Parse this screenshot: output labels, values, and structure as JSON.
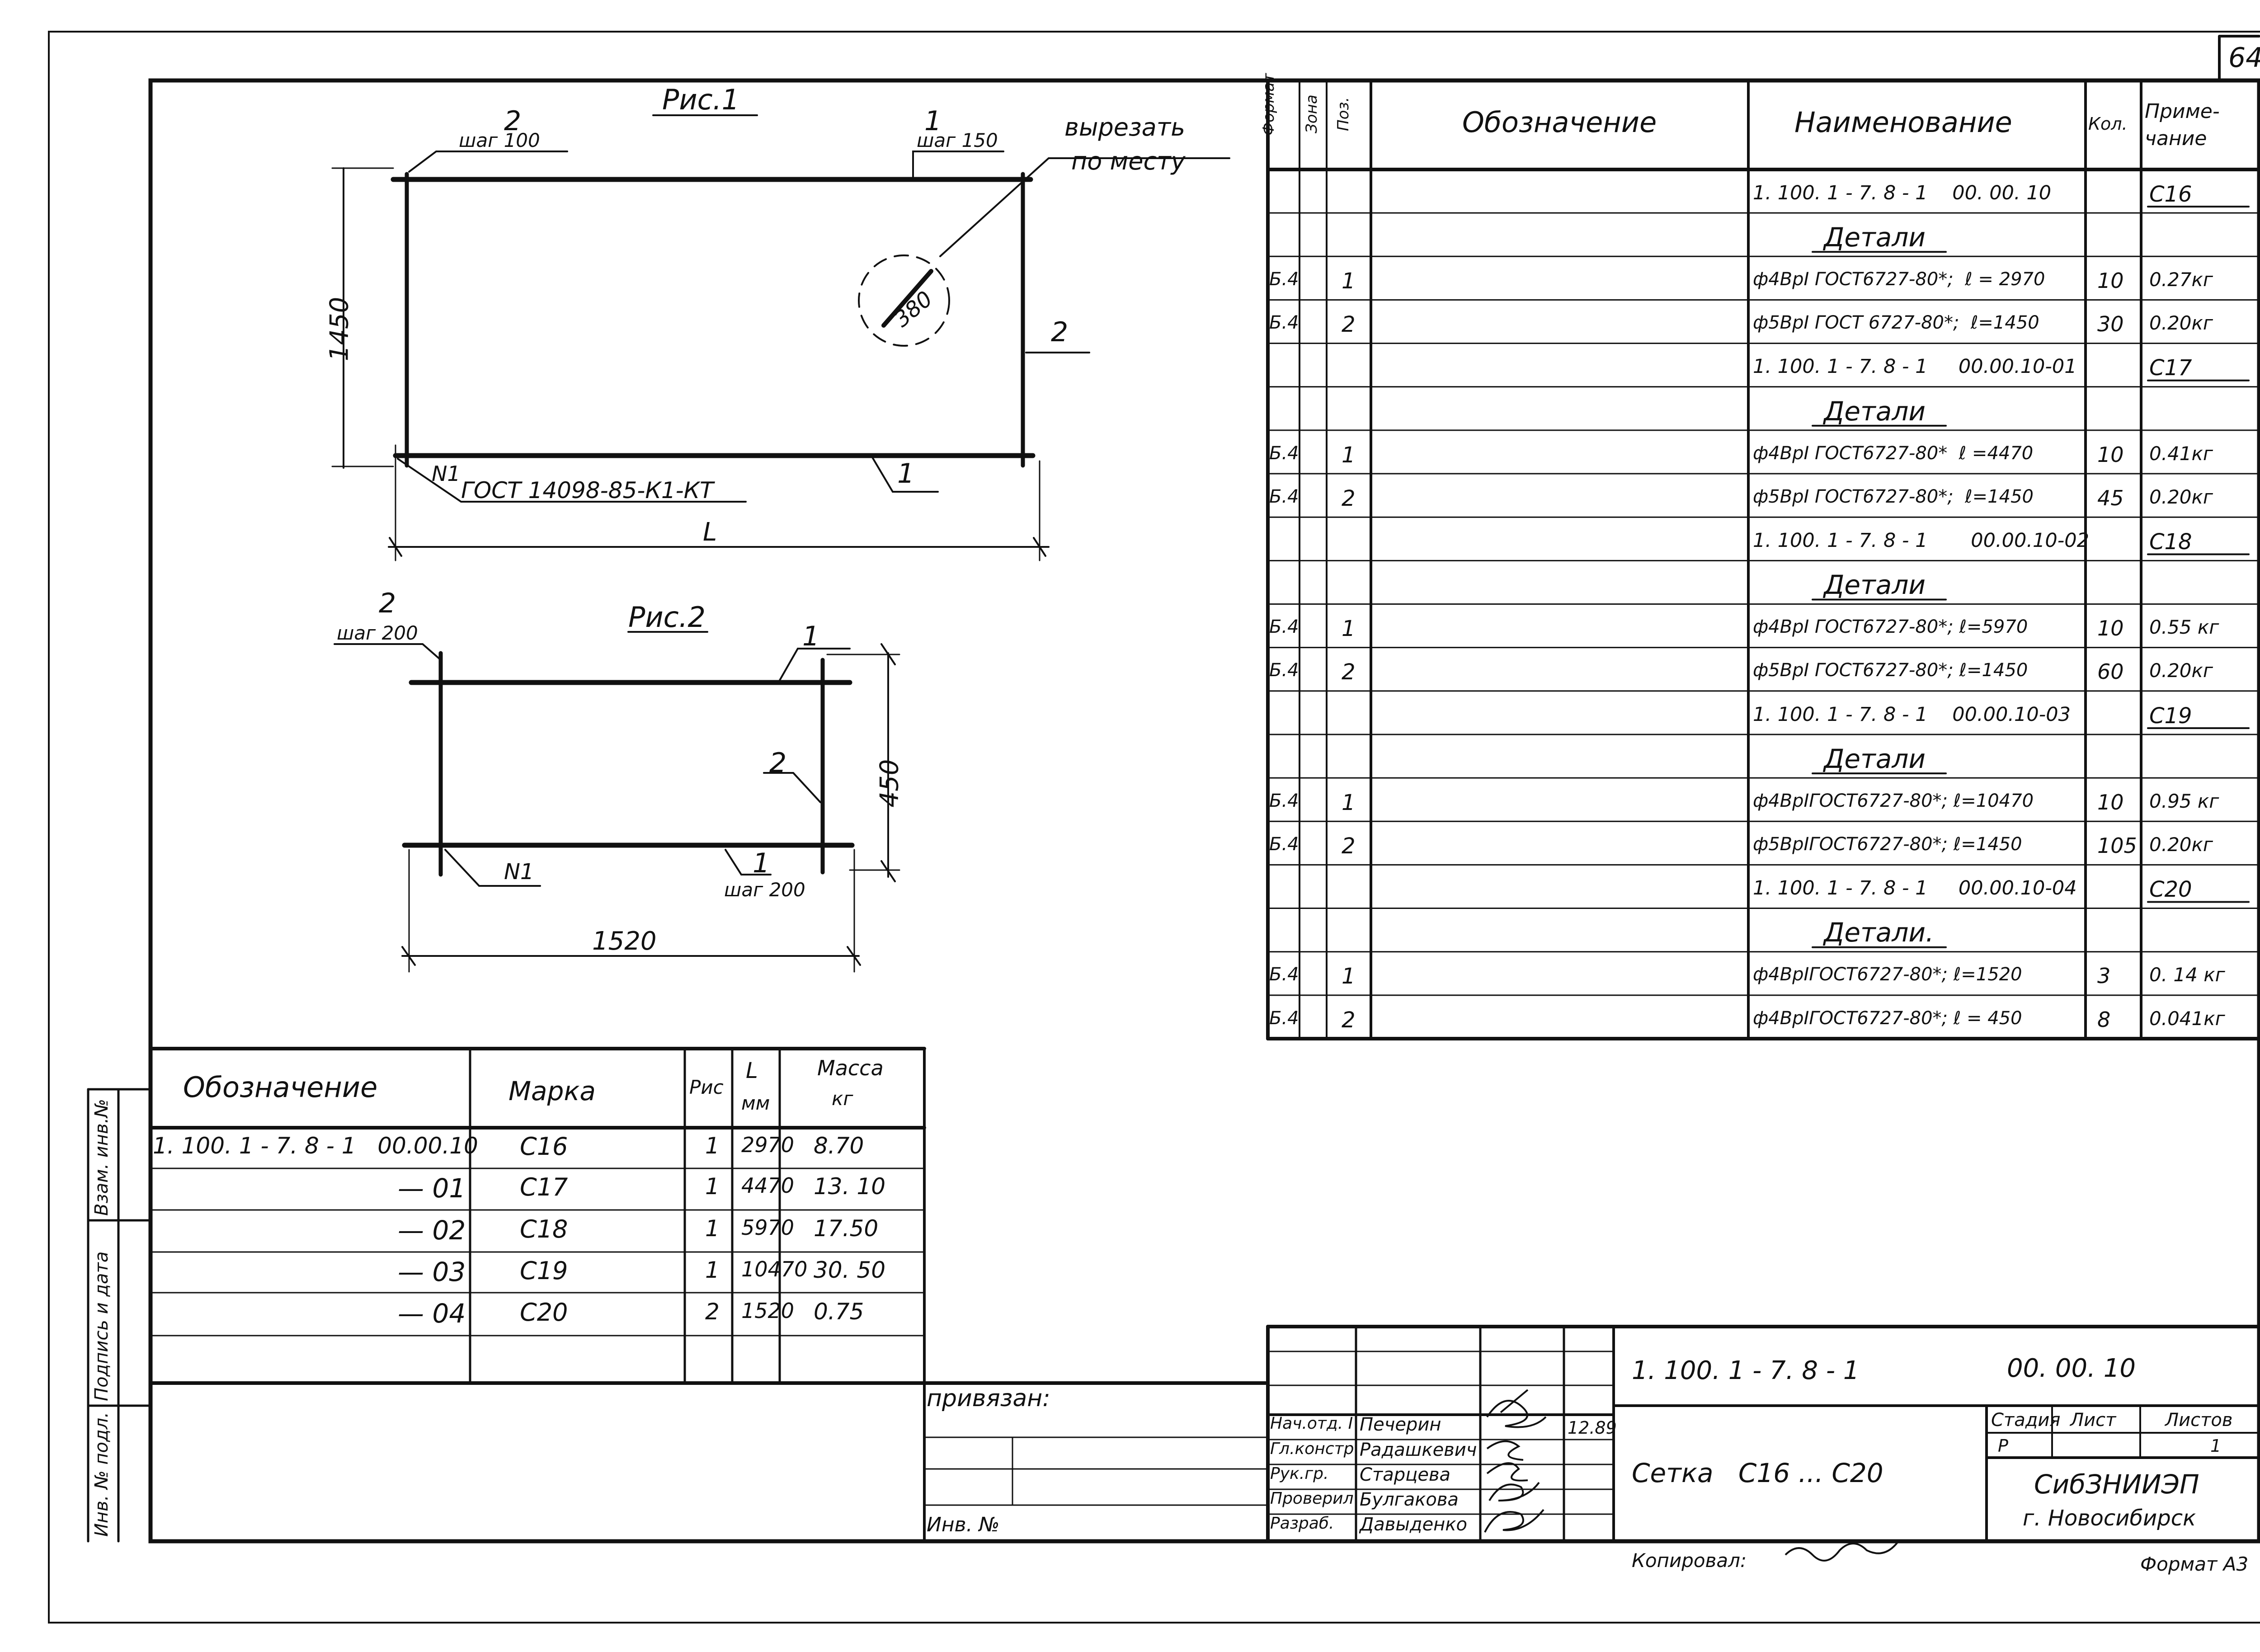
{
  "page_number": "64",
  "fig1": {
    "title": "Рис.1",
    "top_left": {
      "pos": "2",
      "step": "шаг 100"
    },
    "top_right": {
      "pos": "1",
      "step": "шаг 150"
    },
    "cut_note_line1": "вырезать",
    "cut_note_line2": "по месту",
    "hole_dim": "380",
    "height_dim": "1450",
    "right_pos": "2",
    "bottom_pos": "1",
    "weld_mark": "N1",
    "gost": "ГОСТ 14098-85-К1-КТ",
    "length_dim": "L"
  },
  "fig2": {
    "title": "Рис.2",
    "top_left": {
      "pos": "2",
      "step": "шаг 200"
    },
    "top_right_pos": "1",
    "mid_right_pos": "2",
    "height_dim": "450",
    "weld_mark": "N1",
    "bottom": {
      "pos": "1",
      "step": "шаг 200"
    },
    "length_dim": "1520"
  },
  "spec": {
    "headers": {
      "format": "Формат",
      "zone": "Зона",
      "pos": "Поз.",
      "designation": "Обозначение",
      "name": "Наименование",
      "qty": "Кол.",
      "note_line1": "Приме-",
      "note_line2": "чание"
    },
    "rows": [
      {
        "format": "",
        "pos": "",
        "name": "1. 100. 1 - 7. 8 - 1    00. 00. 10",
        "qty": "",
        "note": "С16",
        "kind": "assy"
      },
      {
        "format": "",
        "pos": "",
        "name": "Детали",
        "qty": "",
        "note": "",
        "kind": "section"
      },
      {
        "format": "Б.4",
        "pos": "1",
        "name": "ф4ВрI ГОСТ6727-80*;  ℓ = 2970",
        "qty": "10",
        "note": "0.27кг",
        "kind": "item"
      },
      {
        "format": "Б.4",
        "pos": "2",
        "name": "ф5ВрI ГОСТ 6727-80*;  ℓ=1450",
        "qty": "30",
        "note": "0.20кг",
        "kind": "item"
      },
      {
        "format": "",
        "pos": "",
        "name": "1. 100. 1 - 7. 8 - 1     00.00.10-01",
        "qty": "",
        "note": "С17",
        "kind": "assy"
      },
      {
        "format": "",
        "pos": "",
        "name": "Детали",
        "qty": "",
        "note": "",
        "kind": "section"
      },
      {
        "format": "Б.4",
        "pos": "1",
        "name": "ф4ВрI ГОСТ6727-80*  ℓ =4470",
        "qty": "10",
        "note": "0.41кг",
        "kind": "item"
      },
      {
        "format": "Б.4",
        "pos": "2",
        "name": "ф5ВрI ГОСТ6727-80*;  ℓ=1450",
        "qty": "45",
        "note": "0.20кг",
        "kind": "item"
      },
      {
        "format": "",
        "pos": "",
        "name": "1. 100. 1 - 7. 8 - 1       00.00.10-02",
        "qty": "",
        "note": "С18",
        "kind": "assy"
      },
      {
        "format": "",
        "pos": "",
        "name": "Детали",
        "qty": "",
        "note": "",
        "kind": "section"
      },
      {
        "format": "Б.4",
        "pos": "1",
        "name": "ф4ВрI ГОСТ6727-80*; ℓ=5970",
        "qty": "10",
        "note": "0.55 кг",
        "kind": "item"
      },
      {
        "format": "Б.4",
        "pos": "2",
        "name": "ф5ВрI ГОСТ6727-80*; ℓ=1450",
        "qty": "60",
        "note": "0.20кг",
        "kind": "item"
      },
      {
        "format": "",
        "pos": "",
        "name": "1. 100. 1 - 7. 8 - 1    00.00.10-03",
        "qty": "",
        "note": "С19",
        "kind": "assy"
      },
      {
        "format": "",
        "pos": "",
        "name": "Детали",
        "qty": "",
        "note": "",
        "kind": "section"
      },
      {
        "format": "Б.4",
        "pos": "1",
        "name": "ф4ВрIГОСТ6727-80*; ℓ=10470",
        "qty": "10",
        "note": "0.95 кг",
        "kind": "item"
      },
      {
        "format": "Б.4",
        "pos": "2",
        "name": "ф5ВрIГОСТ6727-80*; ℓ=1450",
        "qty": "105",
        "note": "0.20кг",
        "kind": "item"
      },
      {
        "format": "",
        "pos": "",
        "name": "1. 100. 1 - 7. 8 - 1     00.00.10-04",
        "qty": "",
        "note": "С20",
        "kind": "assy"
      },
      {
        "format": "",
        "pos": "",
        "name": "Детали.",
        "qty": "",
        "note": "",
        "kind": "section"
      },
      {
        "format": "Б.4",
        "pos": "1",
        "name": "ф4ВрIГОСТ6727-80*; ℓ=1520",
        "qty": "3",
        "note": "0. 14 кг",
        "kind": "item"
      },
      {
        "format": "Б.4",
        "pos": "2",
        "name": "ф4ВрIГОСТ6727-80*; ℓ = 450",
        "qty": "8",
        "note": "0.041кг",
        "kind": "item"
      }
    ]
  },
  "variants": {
    "headers": {
      "designation": "Обозначение",
      "mark": "Марка",
      "fig": "Рис",
      "length_line1": "L",
      "length_line2": "мм",
      "mass_line1": "Масса",
      "mass_line2": "кг"
    },
    "rows": [
      {
        "designation": "1. 100. 1 - 7. 8 - 1   00.00.10",
        "mark": "С16",
        "fig": "1",
        "length": "2970",
        "mass": "8.70"
      },
      {
        "designation": "— 01",
        "mark": "С17",
        "fig": "1",
        "length": "4470",
        "mass": "13. 10"
      },
      {
        "designation": "— 02",
        "mark": "С18",
        "fig": "1",
        "length": "5970",
        "mass": "17.50"
      },
      {
        "designation": "— 03",
        "mark": "С19",
        "fig": "1",
        "length": "10470",
        "mass": "30. 50"
      },
      {
        "designation": "— 04",
        "mark": "С20",
        "fig": "2",
        "length": "1520",
        "mass": "0.75"
      }
    ]
  },
  "side_labels": [
    "Инв. № подл.",
    "Подпись и дата",
    "Взам. инв.№"
  ],
  "privyazan": "привязан:",
  "inv_no": "Инв. №",
  "title_block": {
    "doc_code": "1. 100. 1 - 7. 8 - 1",
    "doc_number": "00. 00. 10",
    "title": "Сетка   С16 ... С20",
    "stage_label": "Стадия",
    "sheet_label": "Лист",
    "sheets_label": "Листов",
    "stage": "Р",
    "sheets": "1",
    "org_line1": "СибЗНИИЭП",
    "org_line2": "г. Новосибирск",
    "date": "12.89",
    "people": [
      {
        "role": "Нач.отд. I",
        "name": "Печерин"
      },
      {
        "role": "Гл.констр.",
        "name": "Радашкевич"
      },
      {
        "role": "Рук.гр.",
        "name": "Старцева"
      },
      {
        "role": "Проверил",
        "name": "Булгакова"
      },
      {
        "role": "Разраб.",
        "name": "Давыденко"
      }
    ]
  },
  "copied_by": "Копировал:",
  "format": "Формат А3"
}
